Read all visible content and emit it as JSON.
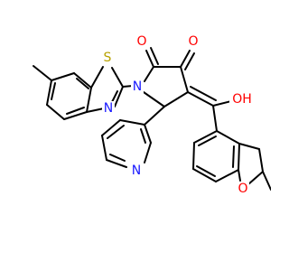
{
  "atoms": [
    {
      "id": "S",
      "label": "S",
      "color": "#b8a200"
    },
    {
      "id": "N1",
      "label": "N",
      "color": "#1a1aff"
    },
    {
      "id": "N2",
      "label": "N",
      "color": "#1a1aff"
    },
    {
      "id": "O1",
      "label": "O",
      "color": "#ff0000"
    },
    {
      "id": "O2",
      "label": "O",
      "color": "#ff0000"
    },
    {
      "id": "OH",
      "label": "OH",
      "color": "#ff0000"
    },
    {
      "id": "N3",
      "label": "N",
      "color": "#1a1aff"
    },
    {
      "id": "O3",
      "label": "O",
      "color": "#ff0000"
    }
  ],
  "colors": {
    "bond": "#000000",
    "background": "#ffffff"
  }
}
